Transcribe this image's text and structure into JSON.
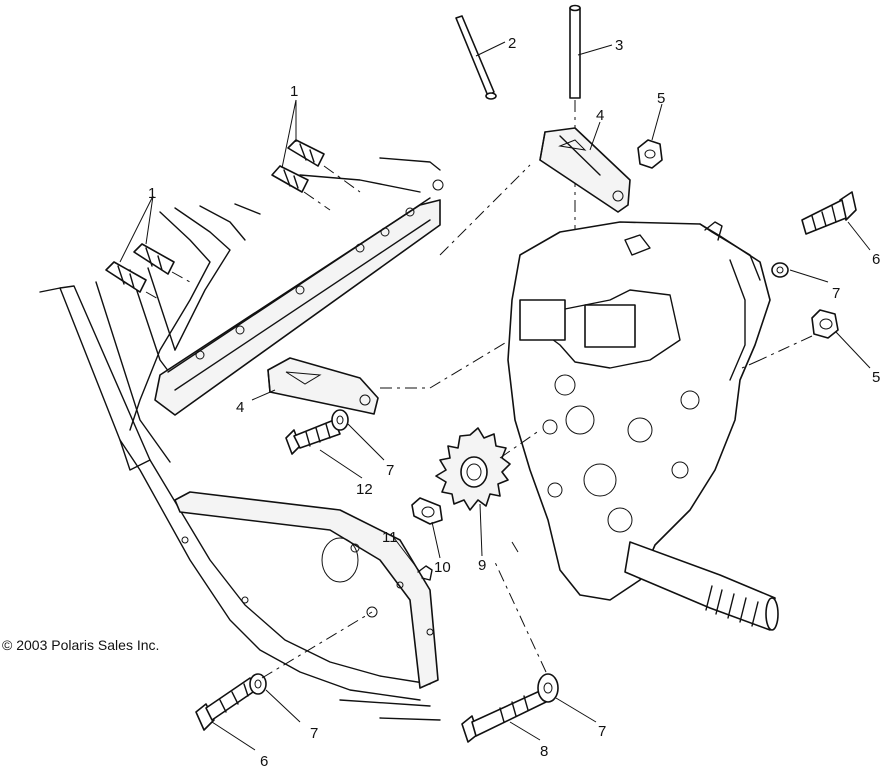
{
  "copyright": "© 2003 Polaris Sales Inc.",
  "callouts": {
    "c1a": "1",
    "c1b": "1",
    "c2": "2",
    "c3": "3",
    "c4a": "4",
    "c4b": "4",
    "c5a": "5",
    "c5b": "5",
    "c6a": "6",
    "c6b": "6",
    "c7a": "7",
    "c7b": "7",
    "c7c": "7",
    "c7d": "7",
    "c8": "8",
    "c9": "9",
    "c10": "10",
    "c11": "11",
    "c12": "12"
  }
}
